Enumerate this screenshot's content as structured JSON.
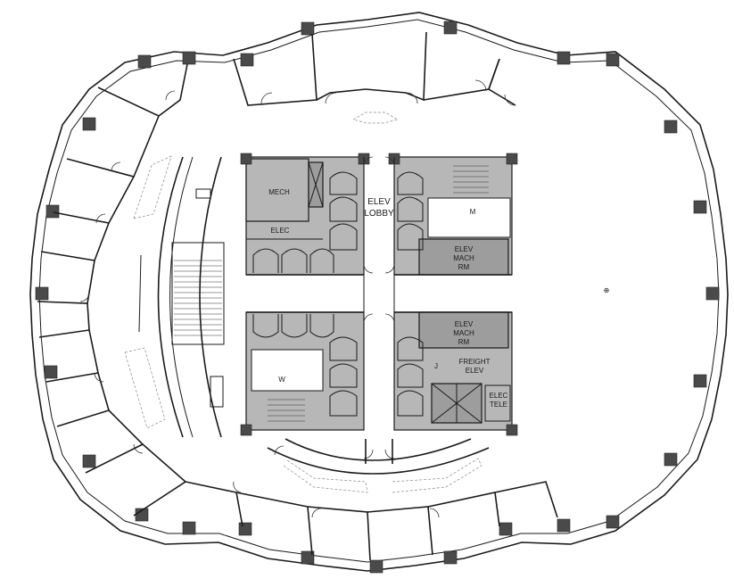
{
  "plan": {
    "background": "#ffffff",
    "core_fill": "#b7b7b7",
    "wall_color": "#1a1a1a"
  },
  "rooms": {
    "mech": "MECH",
    "elec": "ELEC",
    "elev_lobby_1": "ELEV",
    "elev_lobby_2": "LOBBY",
    "mens": "M",
    "womens": "W",
    "elev_mach_top_1": "ELEV",
    "elev_mach_top_2": "MACH",
    "elev_mach_top_3": "RM",
    "elev_mach_bot_1": "ELEV",
    "elev_mach_bot_2": "MACH",
    "elev_mach_bot_3": "RM",
    "freight_1": "FREIGHT",
    "freight_2": "ELEV",
    "janitor": "J",
    "elec_tele_1": "ELEC",
    "elec_tele_2": "TELE"
  }
}
